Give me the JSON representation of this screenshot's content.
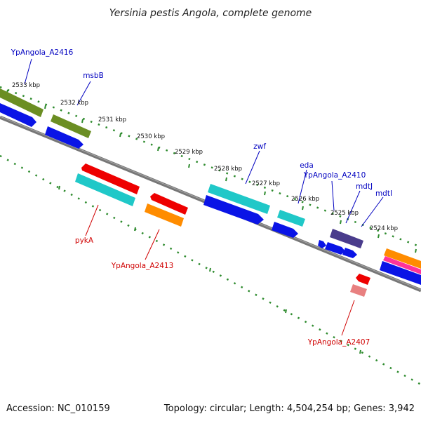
{
  "title": "Yersinia pestis Angola, complete genome",
  "footer": {
    "accession": "Accession: NC_010159",
    "stats": "Topology: circular; Length: 4,504,254 bp; Genes: 3,942"
  },
  "colors": {
    "axis": "#808080",
    "tick": "#2e8b2e",
    "forward_label": "#0000c0",
    "reverse_label": "#d00000",
    "olive": "#6b8e23",
    "blue": "#0a14e6",
    "cyan": "#20c8c8",
    "red": "#ee0000",
    "orange": "#ff8c00",
    "navy": "#4a3c8c",
    "pink": "#ff3399",
    "lightred": "#e88080"
  },
  "kbp_labels": [
    "2533 kbp",
    "2532 kbp",
    "2531 kbp",
    "2530 kbp",
    "2529 kbp",
    "2528 kbp",
    "2527 kbp",
    "2526 kbp",
    "2525 kbp",
    "2524 kbp"
  ],
  "forward_gene_labels": [
    "YpAngola_A2416",
    "msbB",
    "zwf",
    "eda",
    "YpAngola_A2410",
    "mdtJ",
    "mdtI"
  ],
  "reverse_gene_labels": [
    "pykA",
    "YpAngola_A2413",
    "YpAngola_A2407"
  ]
}
